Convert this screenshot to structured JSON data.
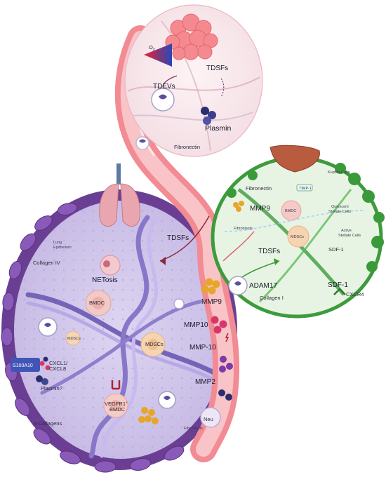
{
  "tumor": {
    "o2": "O",
    "o2_sub": "2",
    "tdsfs": "TDSFs",
    "tdevs": "TDEVs",
    "plasmin": "Plasmin",
    "fibronectin": "Fibronectin"
  },
  "liver": {
    "fibronectin": "Fibronectin",
    "timp1": "TIMP-1",
    "kupffer": "Kupffer Cells",
    "mmp9": "MMP9",
    "bmdc": "BMDC",
    "quiescent": [
      "Quiescent",
      "Stellate Cells"
    ],
    "fibroblasts": "Fibroblasts",
    "mdscs": "MDSCs",
    "active": [
      "Active",
      "Stellate Cells"
    ],
    "tdsfs": "TDSFs",
    "sdf1_small": "SDF-1",
    "adam17": "ADAM17",
    "sdf1": "SDF-1",
    "collagen": "Collagen I",
    "cxcr4": "CXCR4"
  },
  "lung": {
    "epithelium": [
      "Lung",
      "Epithelium"
    ],
    "tdsfs": "TDSFs",
    "collagen_iv": "Collagen IV",
    "netosis": "NETosis",
    "bmdc": "BMDC",
    "mmp9": "MMP9",
    "mmp10": "MMP10",
    "mdscs_small": "MDSCs",
    "mdscs": "MDSCs",
    "mmp_10": "MMP-10",
    "s100a10": "S100A10",
    "cxcl": [
      "CXCL1/",
      "CXCL8"
    ],
    "plasmin": "Plasmin?",
    "vegfr1": [
      "VEGFR1",
      "+",
      "BMDC"
    ],
    "mmp2": "MMP2",
    "a_collagens": "α-Collagens",
    "fibroblasts": "Fibroblasts",
    "neu": "Neu"
  },
  "colors": {
    "vessel": "#f28b93",
    "vessel_inner": "#f9c4c7",
    "lung_bg": "#cfc6ea",
    "lung_border": "#7d4aa6",
    "liver_bg": "#e6f4e1",
    "liver_border": "#3a9a3a",
    "tumor_bg": "#f9e8ec",
    "mmp_orange": "#e6a628",
    "mmp_pink": "#d8366b",
    "mmp_purple": "#7a3aa8",
    "plasmin_navy": "#2a2e6e"
  },
  "icons": [
    "lung-icon",
    "liver-icon",
    "tumor-icon",
    "exosome-icon",
    "receptor-icon"
  ]
}
